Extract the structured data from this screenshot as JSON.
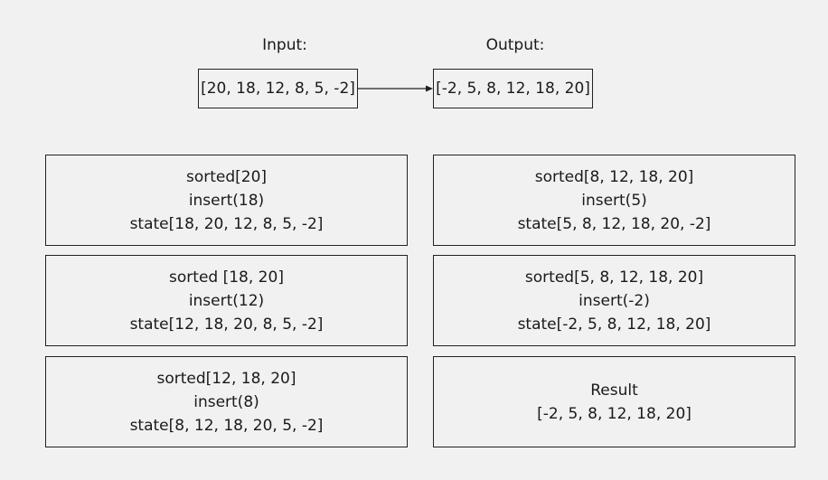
{
  "input_label": "Input:",
  "output_label": "Output:",
  "input_array": "[20, 18, 12, 8, 5, -2]",
  "output_array": "[-2, 5, 8, 12, 18, 20]",
  "steps": [
    {
      "sorted": "sorted[20]",
      "insert": "insert(18)",
      "state": "state[18, 20, 12, 8, 5, -2]"
    },
    {
      "sorted": "sorted [18, 20]",
      "insert": "insert(12)",
      "state": "state[12, 18, 20, 8, 5, -2]"
    },
    {
      "sorted": "sorted[12, 18, 20]",
      "insert": "insert(8)",
      "state": "state[8, 12, 18, 20, 5, -2]"
    },
    {
      "sorted": "sorted[8, 12, 18, 20]",
      "insert": "insert(5)",
      "state": "state[5, 8, 12, 18, 20, -2]"
    },
    {
      "sorted": "sorted[5, 8, 12, 18, 20]",
      "insert": "insert(-2)",
      "state": "state[-2, 5, 8, 12, 18, 20]"
    }
  ],
  "result": {
    "title": "Result",
    "value": "[-2, 5, 8, 12, 18, 20]"
  }
}
